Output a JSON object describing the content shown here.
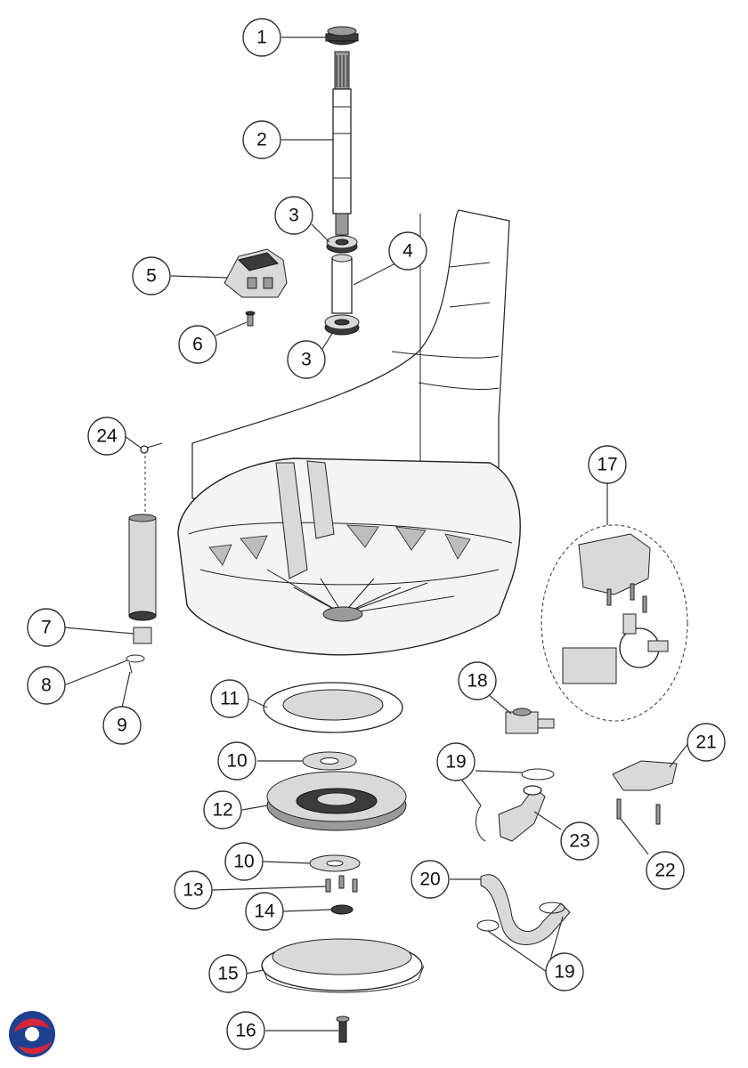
{
  "callouts": [
    {
      "id": "c1",
      "label": "1"
    },
    {
      "id": "c2",
      "label": "2"
    },
    {
      "id": "c3a",
      "label": "3"
    },
    {
      "id": "c4",
      "label": "4"
    },
    {
      "id": "c5",
      "label": "5"
    },
    {
      "id": "c3b",
      "label": "3"
    },
    {
      "id": "c6",
      "label": "6"
    },
    {
      "id": "c24",
      "label": "24"
    },
    {
      "id": "c17",
      "label": "17"
    },
    {
      "id": "c7",
      "label": "7"
    },
    {
      "id": "c8",
      "label": "8"
    },
    {
      "id": "c9",
      "label": "9"
    },
    {
      "id": "c18",
      "label": "18"
    },
    {
      "id": "c11",
      "label": "11"
    },
    {
      "id": "c10a",
      "label": "10"
    },
    {
      "id": "c19a",
      "label": "19"
    },
    {
      "id": "c21",
      "label": "21"
    },
    {
      "id": "c12",
      "label": "12"
    },
    {
      "id": "c23",
      "label": "23"
    },
    {
      "id": "c10b",
      "label": "10"
    },
    {
      "id": "c22",
      "label": "22"
    },
    {
      "id": "c20",
      "label": "20"
    },
    {
      "id": "c13",
      "label": "13"
    },
    {
      "id": "c14",
      "label": "14"
    },
    {
      "id": "c15",
      "label": "15"
    },
    {
      "id": "c19b",
      "label": "19"
    },
    {
      "id": "c16",
      "label": "16"
    }
  ],
  "logo": {
    "name": "brand-logo",
    "colors": [
      "#1f3f8f",
      "#d6263a"
    ]
  }
}
